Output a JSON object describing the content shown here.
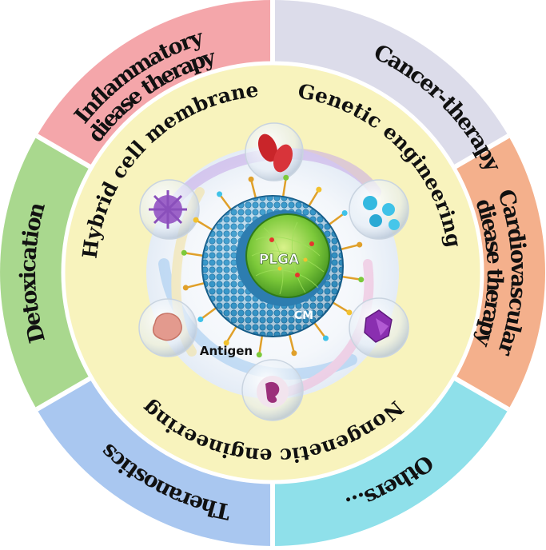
{
  "outer_ring": {
    "sectors": [
      {
        "name": "cancer",
        "label": "Cancer-therapy",
        "color": "#dcdcea"
      },
      {
        "name": "cardio",
        "line1": "Cardiovascular",
        "line2": "diease therapy",
        "color": "#f4b08c"
      },
      {
        "name": "others",
        "label": "Others...",
        "color": "#8fe0ea"
      },
      {
        "name": "theranostics",
        "label": "Theranostics",
        "color": "#a9c7f0"
      },
      {
        "name": "detox",
        "label": "Detoxication",
        "color": "#a9d88e"
      },
      {
        "name": "inflammatory",
        "line1": "Inflammatory",
        "line2": "diease therapy",
        "color": "#f4a6aa"
      }
    ]
  },
  "inner_ring": {
    "color": "#f8f3bd",
    "labels": {
      "genetic": "Genetic engineering",
      "nongenetic": "Nongenetic engineering",
      "hybrid": "Hybrid cell membrane"
    }
  },
  "core": {
    "plga": "PLGA",
    "cm": "CM",
    "antigen": "Antigen"
  }
}
